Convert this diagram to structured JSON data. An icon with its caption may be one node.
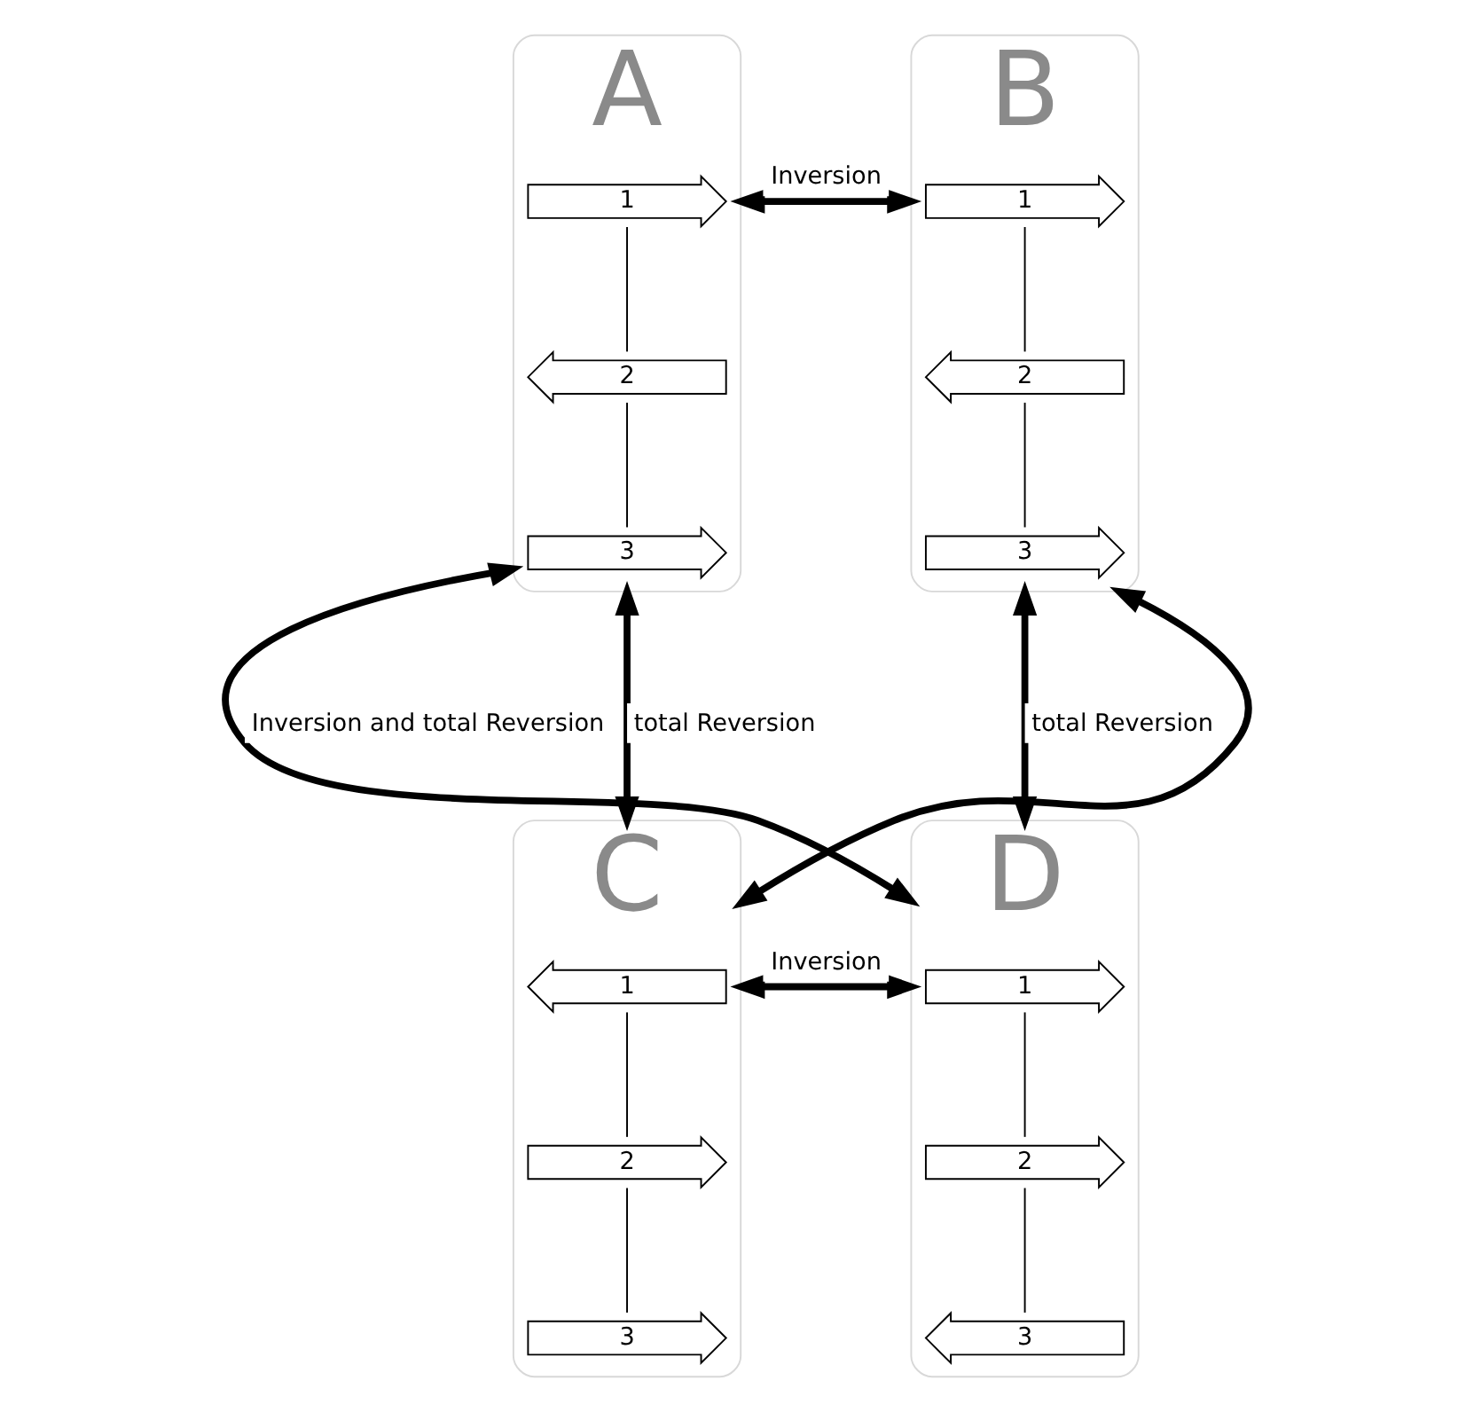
{
  "diagram": {
    "nodes": [
      {
        "text": [
          "A"
        ]
      },
      {
        "text": [
          "3"
        ],
        "in": 0
      },
      {
        "text": [
          "2"
        ],
        "in": 0
      },
      {
        "text": [
          "1"
        ],
        "in": 0
      },
      {
        "text": [
          "B"
        ]
      },
      {
        "text": [
          "1"
        ],
        "in": 4
      },
      {
        "text": [
          "2"
        ],
        "in": 4
      },
      {
        "text": [
          "3"
        ],
        "in": 4
      },
      {
        "text": [
          "C"
        ]
      },
      {
        "text": [
          "3"
        ],
        "in": 8
      },
      {
        "text": [
          "2"
        ],
        "in": 8
      },
      {
        "text": [
          "1"
        ],
        "in": 8
      },
      {
        "text": [
          "D"
        ]
      },
      {
        "text": [
          "1"
        ],
        "in": 12
      },
      {
        "text": [
          "2"
        ],
        "in": 12
      },
      {
        "text": [
          "3"
        ],
        "in": 12
      }
    ],
    "edges": [
      {
        "from": 3,
        "to": 2,
        "arrow": "none"
      },
      {
        "from": 2,
        "to": 1,
        "arrow": "none"
      },
      {
        "from": 5,
        "to": 6,
        "arrow": "none"
      },
      {
        "from": 6,
        "to": 7,
        "arrow": "none"
      },
      {
        "from": 11,
        "to": 10,
        "arrow": "none"
      },
      {
        "from": 10,
        "to": 9,
        "arrow": "none"
      },
      {
        "from": 13,
        "to": 14,
        "arrow": "none"
      },
      {
        "from": 14,
        "to": 15,
        "arrow": "none"
      },
      {
        "from": 0,
        "to": 4,
        "arrow": "both",
        "label": "Inversion",
        "style": "thick"
      },
      {
        "from": 0,
        "to": 8,
        "arrow": "both",
        "label": "total Reversion",
        "style": "thick"
      },
      {
        "from": 4,
        "to": 12,
        "arrow": "both",
        "label": "total Reversion",
        "style": "thick"
      },
      {
        "from": 8,
        "to": 12,
        "arrow": "both",
        "label": "Inversion",
        "style": "thick"
      },
      {
        "from": 0,
        "to": 12,
        "arrow": "both",
        "label": "Inversion and total Reversion",
        "style": "thick"
      },
      {
        "from": 4,
        "to": 8,
        "arrow": "both",
        "style": "thick"
      }
    ]
  }
}
